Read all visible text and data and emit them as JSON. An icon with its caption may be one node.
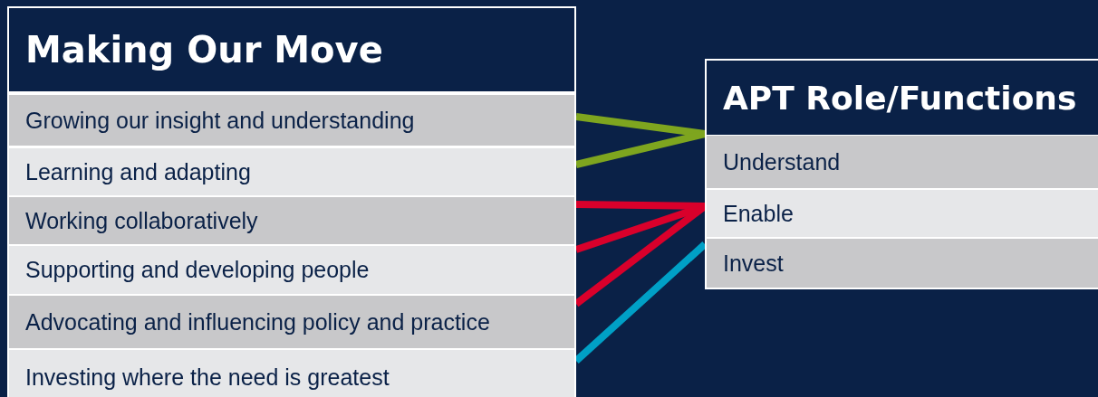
{
  "diagram": {
    "nodes": [
      {
        "text": [
          "Making Our Move"
        ]
      },
      {
        "text": [
          "Growing our insight and understanding"
        ],
        "in": 0
      },
      {
        "text": [
          "Learning and adapting"
        ],
        "in": 0
      },
      {
        "text": [
          "Working collaboratively"
        ],
        "in": 0
      },
      {
        "text": [
          "Supporting and developing people"
        ],
        "in": 0
      },
      {
        "text": [
          "Advocating and influencing policy and practice"
        ],
        "in": 0
      },
      {
        "text": [
          "Investing where the need is greatest"
        ],
        "in": 0
      },
      {
        "text": [
          "APT Role/Functions"
        ]
      },
      {
        "text": [
          "Understand"
        ],
        "in": 7
      },
      {
        "text": [
          "Enable"
        ],
        "in": 7
      },
      {
        "text": [
          "Invest"
        ],
        "in": 7
      }
    ],
    "edges": [
      {
        "from": 1,
        "to": 8,
        "arrow": "none",
        "color": "#7ea51f"
      },
      {
        "from": 2,
        "to": 8,
        "arrow": "none",
        "color": "#7ea51f"
      },
      {
        "from": 3,
        "to": 9,
        "arrow": "none",
        "color": "#d9002b"
      },
      {
        "from": 4,
        "to": 9,
        "arrow": "none",
        "color": "#d9002b"
      },
      {
        "from": 5,
        "to": 9,
        "arrow": "none",
        "color": "#d9002b"
      },
      {
        "from": 6,
        "to": 10,
        "arrow": "none",
        "color": "#00a0c6"
      }
    ]
  }
}
